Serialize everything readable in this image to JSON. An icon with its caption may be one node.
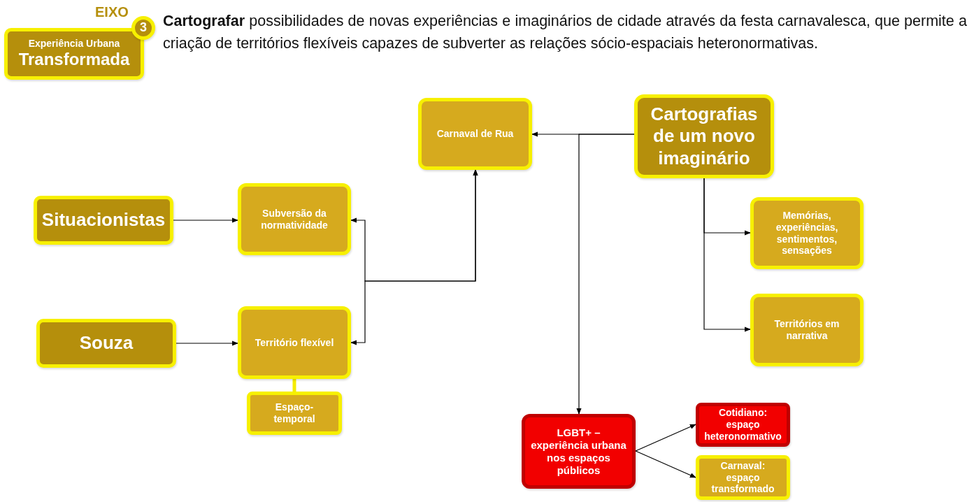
{
  "diagram": {
    "nodes": [
      {
        "text": [
          "Experiência Urbana",
          "Transformada"
        ]
      },
      {
        "text": [
          "3"
        ]
      },
      {
        "text": [
          "Cartografias de um novo imaginário"
        ]
      },
      {
        "text": [
          "Carnaval de Rua"
        ]
      },
      {
        "text": [
          "Situacionistas"
        ]
      },
      {
        "text": [
          "Subversão da normatividade"
        ]
      },
      {
        "text": [
          "Souza"
        ]
      },
      {
        "text": [
          "Território flexível"
        ]
      },
      {
        "text": [
          "Espaço-temporal"
        ]
      },
      {
        "text": [
          "Memórias, experiências, sentimentos, sensações"
        ]
      },
      {
        "text": [
          "Territórios em narrativa"
        ]
      },
      {
        "text": [
          "LGBT+ – experiência urbana nos espaços públicos"
        ]
      },
      {
        "text": [
          "Cotidiano: espaço heteronormativo"
        ]
      },
      {
        "text": [
          "Carnaval: espaço transformado"
        ]
      }
    ],
    "edges": [
      {
        "from": 2,
        "to": 3,
        "arrow": "to"
      },
      {
        "from": 2,
        "to": 11,
        "arrow": "to"
      },
      {
        "from": 2,
        "to": 9,
        "arrow": "to"
      },
      {
        "from": 2,
        "to": 10,
        "arrow": "to"
      },
      {
        "from": 4,
        "to": 5,
        "arrow": "to"
      },
      {
        "from": 6,
        "to": 7,
        "arrow": "to"
      },
      {
        "from": 3,
        "to": 5,
        "arrow": "both"
      },
      {
        "from": 3,
        "to": 7,
        "arrow": "both"
      },
      {
        "from": 7,
        "to": 8,
        "arrow": "none",
        "style": "thick",
        "color": "#f5ec00"
      },
      {
        "from": 11,
        "to": 12,
        "arrow": "to"
      },
      {
        "from": 11,
        "to": 13,
        "arrow": "to"
      }
    ],
    "labels": [
      "EIXO",
      "**Cartografar** possibilidades de novas experiências e imaginários de cidade através da festa carnavalesca, que permite a criação de territórios flexíveis capazes de subverter as relações sócio-espaciais heteronormativas."
    ]
  }
}
